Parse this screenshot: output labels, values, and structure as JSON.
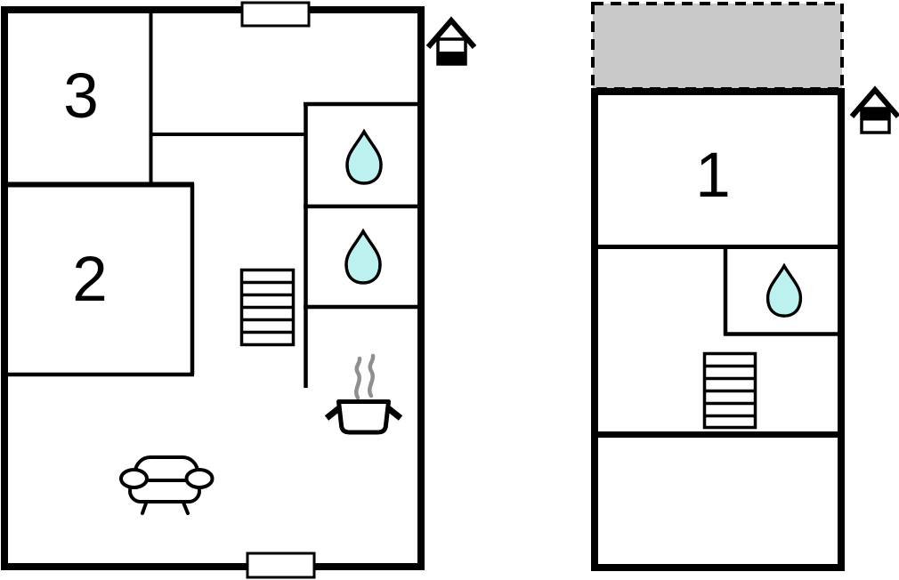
{
  "colors": {
    "background": "#ffffff",
    "wall": "#000000",
    "water_drop": "#bdf1f0",
    "terrace": "#c9c9c9",
    "steam": "#8f8f8f"
  },
  "plans": {
    "ground": {
      "rooms": [
        {
          "label": "3"
        },
        {
          "label": "2"
        }
      ],
      "icons": [
        "house-level-ground-icon",
        "water-drop-icon",
        "water-drop-icon",
        "stairs-icon",
        "stove-pot-icon",
        "sofa-icon"
      ],
      "wall_openings": 2
    },
    "upper": {
      "rooms": [
        {
          "label": "1"
        }
      ],
      "icons": [
        "house-level-upper-icon",
        "water-drop-icon",
        "stairs-icon"
      ],
      "has_terrace": true
    }
  }
}
